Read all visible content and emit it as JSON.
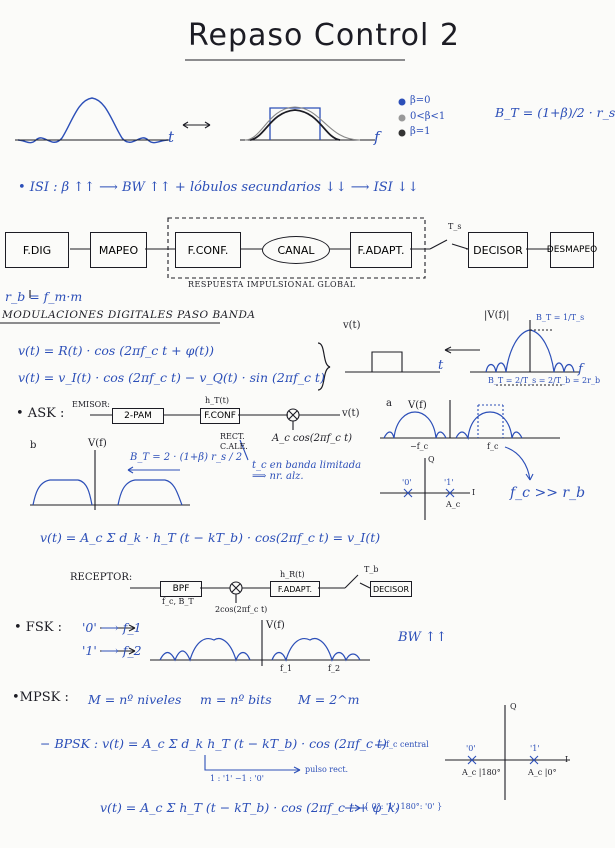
{
  "title": "Repaso Control 2",
  "legend": {
    "b0": "β=0",
    "bmid": "0<β<1",
    "b1": "β=1",
    "bandwidth": "B_T = (1+β)/2 · r_s"
  },
  "labels": {
    "t1": "t",
    "f1": "f",
    "t2": "t",
    "f2": "f",
    "ft_amp": "|V(f)|",
    "bt_small": "B_T = 1/T_s",
    "bt_wide": "B_T = 2/T_s = 2/T_b = 2r_b",
    "vt": "v(t)",
    "rb": "r_b = f_m·m",
    "fc_gt": "f_c >> r_b"
  },
  "isi": "• ISI : β ↑↑ ⟶ BW ↑↑ + lóbulos secundarios ↓↓ ⟶ ISI ↓↓",
  "blocks": {
    "fdig": "F.DIG",
    "mapeo": "MAPEO",
    "fconf": "F.CONF.",
    "canal": "CANAL",
    "fadapt": "F.ADAPT.",
    "decisor": "DECISOR",
    "desmapeo": "DESMAPEO",
    "ts": "T_s",
    "impulse": "RESPUESTA   IMPULSIONAL   GLOBAL"
  },
  "section": "MODULACIONES DIGITALES PASO BANDA",
  "equations": {
    "eq1": "v(t) = R(t) · cos (2πf_c t + φ(t))",
    "eq2": "v(t) = v_I(t) · cos (2πf_c t) − v_Q(t) · sin (2πf_c t)",
    "ask_out": "v(t) = A_c Σ d_k · h_T (t − kT_b) · cos(2πf_c t) = v_I(t)"
  },
  "ask": {
    "label": "• ASK :",
    "emisor": "EMISOR:",
    "pam": "2-PAM",
    "hT": "h_T(t)",
    "fconf": "F.CONF",
    "rect": "RECT.",
    "cale": "C.ALE.",
    "carrier": "A_c cos(2πf_c t)",
    "out": "v(t)",
    "note": "t_c en banda limitada ⟹ nr. alz.",
    "bt": "B_T = 2 · (1+β) r_s / 2",
    "vf": "V(f)",
    "circ_a": "a",
    "circ_b": "b",
    "fc_neg": "−f_c",
    "fc_pos": "f_c",
    "q": "Q",
    "i": "I",
    "sym0": "'0'",
    "sym1": "'1'",
    "ac": "A_c"
  },
  "receptor": {
    "label": "RECEPTOR:",
    "bpf": "BPF",
    "bpf_sub": "f_c, B_T",
    "hR": "h_R(t)",
    "fadapt": "F.ADAPT.",
    "tb": "T_b",
    "decisor": "DECISOR",
    "lo": "2cos(2πf_c t)"
  },
  "fsk": {
    "label": "• FSK :",
    "s0": "'0' ⟶ f_1",
    "s1": "'1' ⟶ f_2",
    "vf": "V(f)",
    "f1": "f_1",
    "f2": "f_2",
    "bw": "BW ↑↑"
  },
  "mpsk": {
    "label": "•MPSK :",
    "m_levels": "M = nº niveles",
    "m_bits": "m = nº bits",
    "relation": "M = 2^m",
    "bpsk": "− BPSK : v(t) = A_c Σ d_k h_T (t − kT_b) · cos (2πf_c t)",
    "fc_central": "f_c central",
    "pulse": "pulso rect.",
    "dk": "1 : '1'   −1 : '0'",
    "phase_eq": "v(t) = A_c Σ h_T (t − kT_b) · cos (2πf_c t + φ_k)",
    "phases": "{ 0°: '1',  180°: '0' }",
    "q": "Q",
    "i": "I",
    "sym0": "'0'",
    "sym1": "'1'",
    "ac180": "A_c |180°",
    "ac0": "A_c |0°"
  }
}
